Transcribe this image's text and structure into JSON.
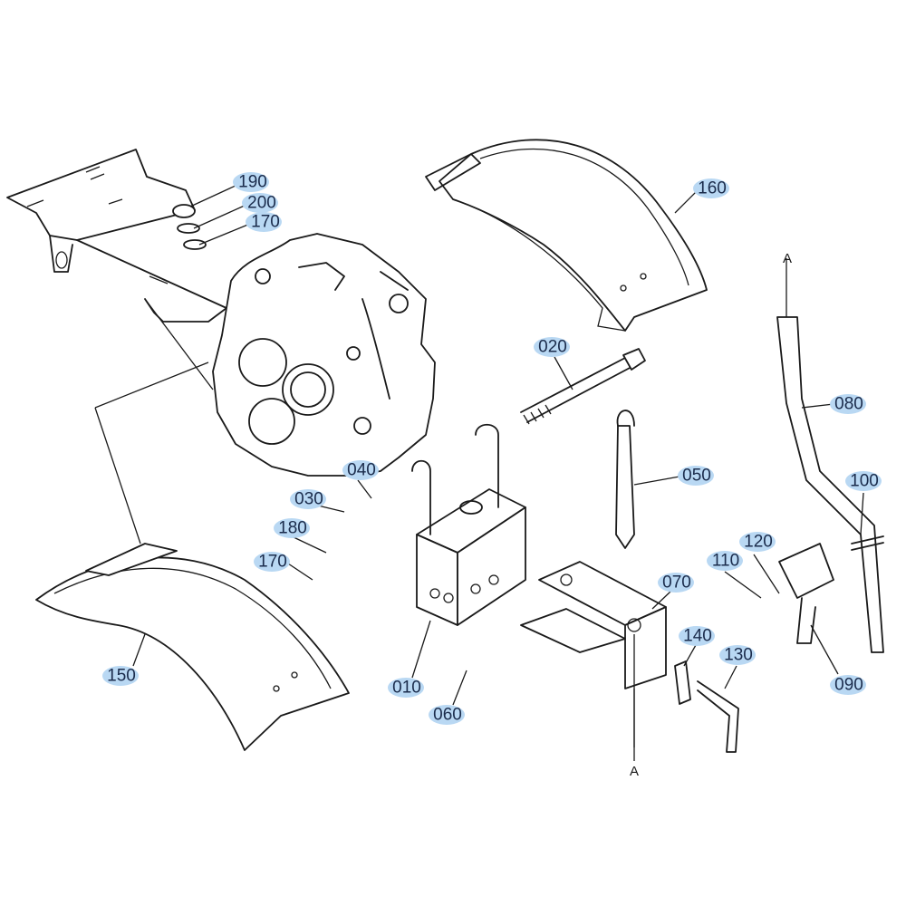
{
  "diagram": {
    "highlight_color": "#b9d8f3",
    "text_color": "#1b2c4c",
    "reference_marks": [
      "A",
      "A"
    ],
    "callouts": [
      {
        "id": "190"
      },
      {
        "id": "200"
      },
      {
        "id": "170"
      },
      {
        "id": "160"
      },
      {
        "id": "020"
      },
      {
        "id": "080"
      },
      {
        "id": "040"
      },
      {
        "id": "030"
      },
      {
        "id": "050"
      },
      {
        "id": "100"
      },
      {
        "id": "180"
      },
      {
        "id": "120"
      },
      {
        "id": "110"
      },
      {
        "id": "170"
      },
      {
        "id": "070"
      },
      {
        "id": "140"
      },
      {
        "id": "130"
      },
      {
        "id": "150"
      },
      {
        "id": "010"
      },
      {
        "id": "060"
      },
      {
        "id": "090"
      }
    ]
  }
}
